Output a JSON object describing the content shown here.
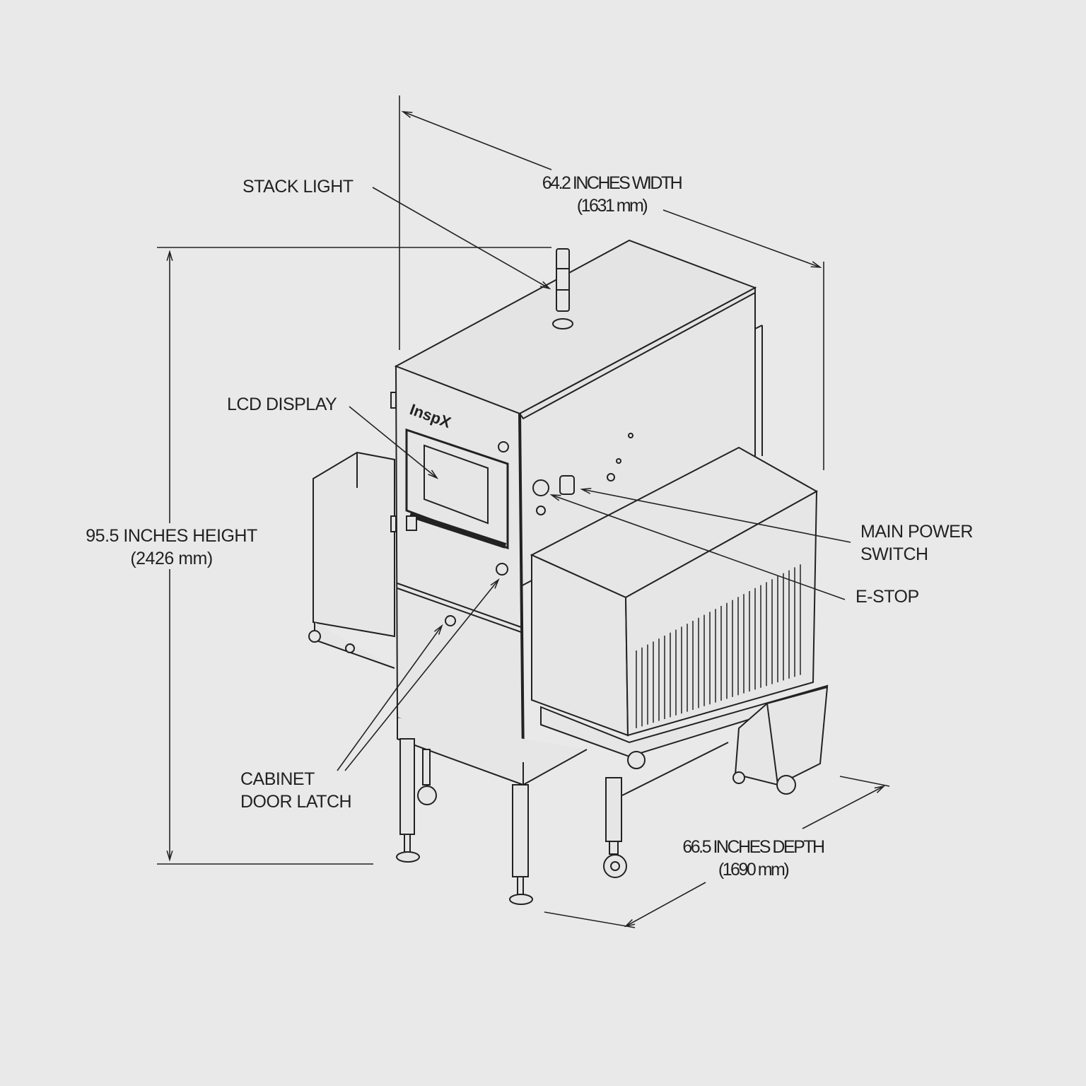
{
  "colors": {
    "background": "#e9e9e9",
    "line": "#222222",
    "fill": "#e4e4e4"
  },
  "logo": "InspX",
  "labels": {
    "stack_light": "STACK LIGHT",
    "lcd_display": "LCD DISPLAY",
    "cabinet_door_latch": [
      "CABINET",
      "DOOR LATCH"
    ],
    "main_power_switch": [
      "MAIN POWER",
      "SWITCH"
    ],
    "e_stop": "E-STOP"
  },
  "dimensions": {
    "width": {
      "inches": "64.2 INCHES WIDTH",
      "mm": "(1631 mm)"
    },
    "height": {
      "inches": "95.5 INCHES HEIGHT",
      "mm": "(2426 mm)"
    },
    "depth": {
      "inches": "66.5 INCHES DEPTH",
      "mm": "(1690 mm)"
    }
  }
}
